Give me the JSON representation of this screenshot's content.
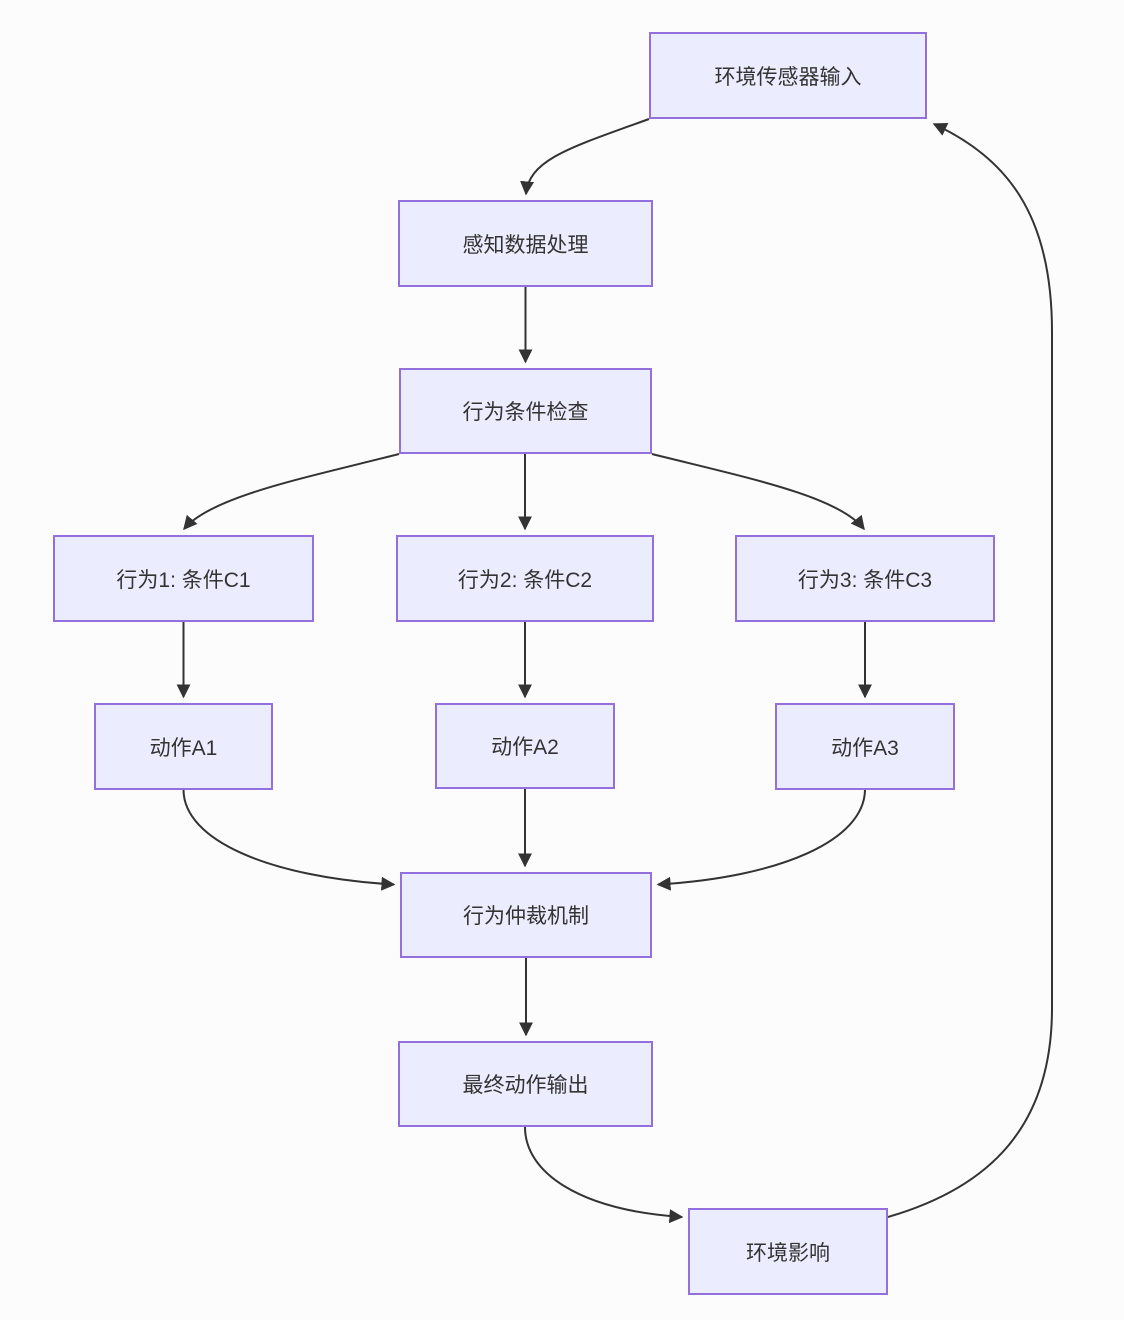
{
  "diagram": {
    "type": "flowchart",
    "direction": "top-down",
    "colors": {
      "node_fill": "#ECECFF",
      "node_border": "#9370DB",
      "edge_stroke": "#333333",
      "text": "#333333",
      "background": "#FCFCFC"
    },
    "nodes": [
      {
        "id": "sensor",
        "label": "环境传感器输入"
      },
      {
        "id": "perception",
        "label": "感知数据处理"
      },
      {
        "id": "condition",
        "label": "行为条件检查"
      },
      {
        "id": "behavior1",
        "label": "行为1: 条件C1"
      },
      {
        "id": "behavior2",
        "label": "行为2: 条件C2"
      },
      {
        "id": "behavior3",
        "label": "行为3: 条件C3"
      },
      {
        "id": "action1",
        "label": "动作A1"
      },
      {
        "id": "action2",
        "label": "动作A2"
      },
      {
        "id": "action3",
        "label": "动作A3"
      },
      {
        "id": "arbitration",
        "label": "行为仲裁机制"
      },
      {
        "id": "final",
        "label": "最终动作输出"
      },
      {
        "id": "impact",
        "label": "环境影响"
      }
    ],
    "edges": [
      {
        "from": "sensor",
        "to": "perception"
      },
      {
        "from": "perception",
        "to": "condition"
      },
      {
        "from": "condition",
        "to": "behavior1"
      },
      {
        "from": "condition",
        "to": "behavior2"
      },
      {
        "from": "condition",
        "to": "behavior3"
      },
      {
        "from": "behavior1",
        "to": "action1"
      },
      {
        "from": "behavior2",
        "to": "action2"
      },
      {
        "from": "behavior3",
        "to": "action3"
      },
      {
        "from": "action1",
        "to": "arbitration"
      },
      {
        "from": "action2",
        "to": "arbitration"
      },
      {
        "from": "action3",
        "to": "arbitration"
      },
      {
        "from": "arbitration",
        "to": "final"
      },
      {
        "from": "final",
        "to": "impact"
      },
      {
        "from": "impact",
        "to": "sensor"
      }
    ]
  }
}
